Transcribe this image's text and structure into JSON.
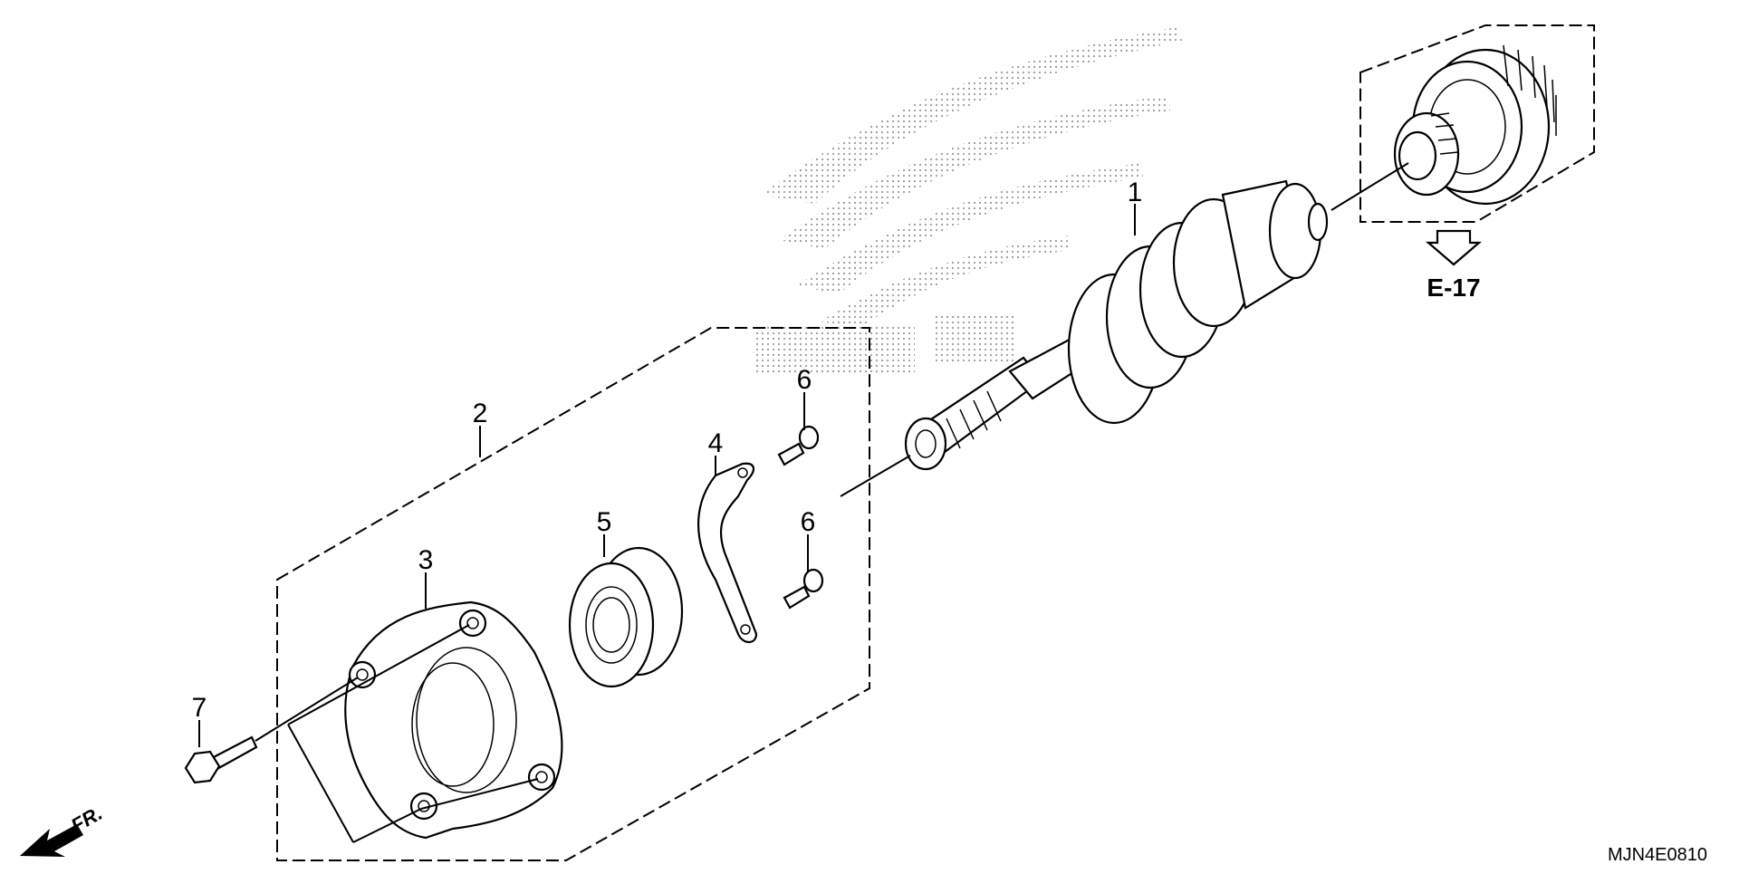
{
  "colors": {
    "line": "#000000",
    "background": "#ffffff",
    "watermark": "#9a9a9a"
  },
  "callouts": [
    {
      "id": "1",
      "label": "1"
    },
    {
      "id": "2",
      "label": "2"
    },
    {
      "id": "3",
      "label": "3"
    },
    {
      "id": "4",
      "label": "4"
    },
    {
      "id": "5",
      "label": "5"
    },
    {
      "id": "6a",
      "label": "6"
    },
    {
      "id": "6b",
      "label": "6"
    },
    {
      "id": "7",
      "label": "7"
    }
  ],
  "reference": {
    "label": "E-17"
  },
  "front_marker": {
    "label": "FR."
  },
  "diagram_code": "MJN4E0810",
  "watermark": {
    "icon": "wing-logo-icon"
  }
}
